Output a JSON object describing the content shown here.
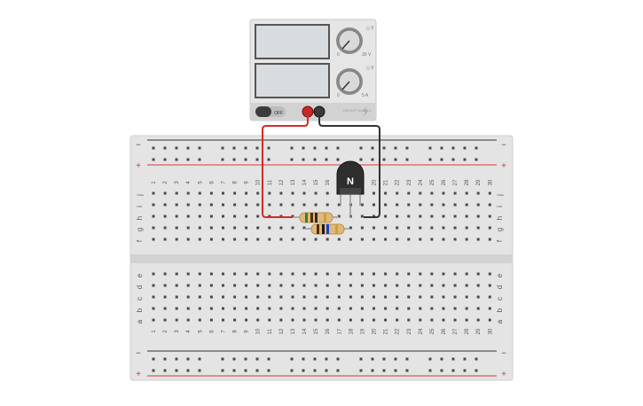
{
  "power_supply": {
    "voltage_display": "",
    "current_display": "",
    "voltage_tag": "◻ 0",
    "current_tag": "◻ 0",
    "voltage_min": "0",
    "voltage_max": "30 V",
    "current_min": "0",
    "current_max": "5 A",
    "switch_label": "OFF",
    "brand_label": "CIRCUIT SUPPLY",
    "colors": {
      "body": "#e6e6e6",
      "display": "#d8dcde",
      "positive": "#d42a2a",
      "negative": "#3a3a3a"
    }
  },
  "breadboard": {
    "column_numbers": [
      "1",
      "2",
      "3",
      "4",
      "5",
      "6",
      "7",
      "8",
      "9",
      "10",
      "11",
      "12",
      "13",
      "14",
      "15",
      "16",
      "17",
      "18",
      "19",
      "20",
      "21",
      "22",
      "23",
      "24",
      "25",
      "26",
      "27",
      "28",
      "29",
      "30"
    ],
    "top_row_letters": [
      "j",
      "i",
      "h",
      "g",
      "f"
    ],
    "bottom_row_letters": [
      "e",
      "d",
      "c",
      "b",
      "a"
    ],
    "rail_minus": "−",
    "rail_plus": "+",
    "colors": {
      "body": "#e4e4e4",
      "rail_red": "#d63a3a",
      "rail_black": "#333333",
      "hole": "#4a4a4a"
    }
  },
  "transistor": {
    "label": "N",
    "color": "#2e2e2e"
  },
  "resistors": [
    {
      "bands": [
        "#2a8a2a",
        "#5a2a0a",
        "#2a2a2a",
        "#c8a23a"
      ]
    },
    {
      "bands": [
        "#5a2a0a",
        "#1a1a1a",
        "#1a3fd0",
        "#c8a23a"
      ]
    }
  ],
  "wires": {
    "red_color": "#d42a2a",
    "black_color": "#333333"
  }
}
